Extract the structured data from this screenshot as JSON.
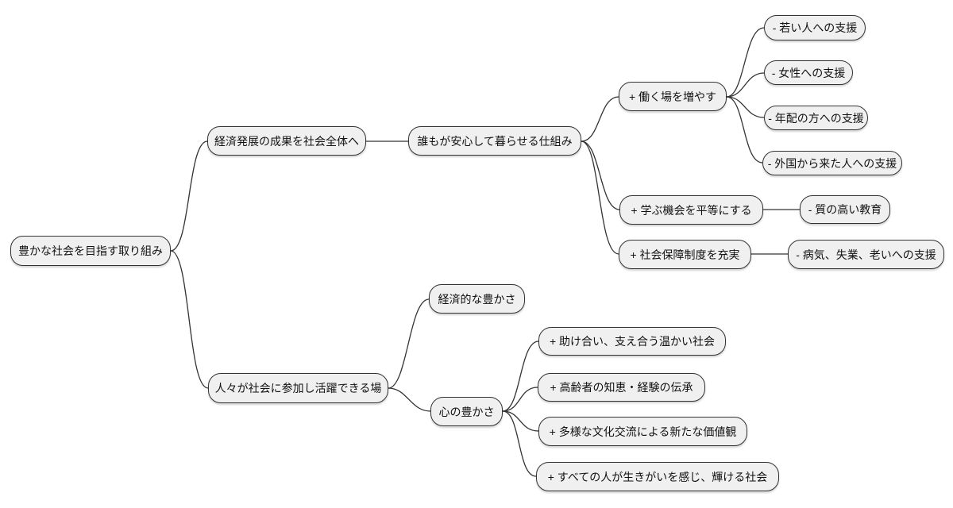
{
  "colors": {
    "background": "#ffffff",
    "node_fill": "#f0f0f0",
    "node_border": "#333333",
    "connector": "#333333",
    "text": "#111111"
  },
  "nodes": {
    "root": {
      "label": "豊かな社会を目指す取り組み"
    },
    "economy_growth": {
      "label": "経済発展の成果を社会全体へ"
    },
    "safe_living_system": {
      "label": "誰もが安心して暮らせる仕組み"
    },
    "more_jobs": {
      "label": "+ 働く場を増やす"
    },
    "support_young": {
      "label": "- 若い人への支援"
    },
    "support_women": {
      "label": "- 女性への支援"
    },
    "support_elderly": {
      "label": "- 年配の方への支援"
    },
    "support_foreigners": {
      "label": "- 外国から来た人への支援"
    },
    "equal_education": {
      "label": "+ 学ぶ機会を平等にする"
    },
    "quality_education": {
      "label": "- 質の高い教育"
    },
    "social_security": {
      "label": "+ 社会保障制度を充実"
    },
    "illness_support": {
      "label": "- 病気、失業、老いへの支援"
    },
    "participation": {
      "label": "人々が社会に参加し活躍できる場"
    },
    "economic_wealth": {
      "label": "経済的な豊かさ"
    },
    "spiritual_wealth": {
      "label": "心の豊かさ"
    },
    "warm_society": {
      "label": "+ 助け合い、支え合う温かい社会"
    },
    "elder_wisdom": {
      "label": "+ 高齢者の知恵・経験の伝承"
    },
    "cultural_exchange": {
      "label": "+ 多様な文化交流による新たな価値観"
    },
    "fulfilling_society": {
      "label": "+ すべての人が生きがいを感じ、輝ける社会"
    }
  },
  "edges": [
    [
      "root",
      "economy_growth"
    ],
    [
      "root",
      "participation"
    ],
    [
      "economy_growth",
      "safe_living_system"
    ],
    [
      "safe_living_system",
      "more_jobs"
    ],
    [
      "safe_living_system",
      "equal_education"
    ],
    [
      "safe_living_system",
      "social_security"
    ],
    [
      "more_jobs",
      "support_young"
    ],
    [
      "more_jobs",
      "support_women"
    ],
    [
      "more_jobs",
      "support_elderly"
    ],
    [
      "more_jobs",
      "support_foreigners"
    ],
    [
      "equal_education",
      "quality_education"
    ],
    [
      "social_security",
      "illness_support"
    ],
    [
      "participation",
      "economic_wealth"
    ],
    [
      "participation",
      "spiritual_wealth"
    ],
    [
      "spiritual_wealth",
      "warm_society"
    ],
    [
      "spiritual_wealth",
      "elder_wisdom"
    ],
    [
      "spiritual_wealth",
      "cultural_exchange"
    ],
    [
      "spiritual_wealth",
      "fulfilling_society"
    ]
  ]
}
